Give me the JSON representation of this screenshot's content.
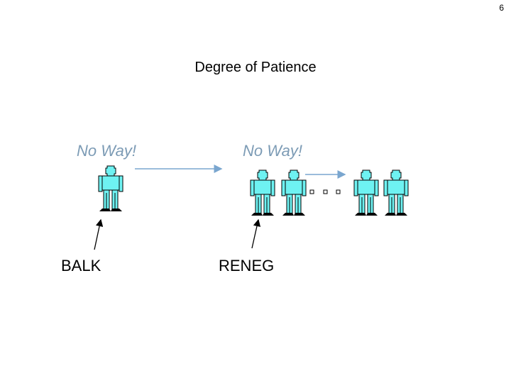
{
  "slide": {
    "number": "6"
  },
  "title": "Degree of Patience",
  "balk": {
    "quote": "No Way!",
    "label": "BALK"
  },
  "reneg": {
    "quote": "No Way!",
    "label": "RENEG"
  },
  "colors": {
    "person_fill": "#6ef2f2",
    "person_stroke": "#000000",
    "arrow_blue": "#7aa6cf",
    "quote_text": "#7c9bb5"
  },
  "icons": [
    "person-icon",
    "ellipsis-dots",
    "arrow"
  ]
}
